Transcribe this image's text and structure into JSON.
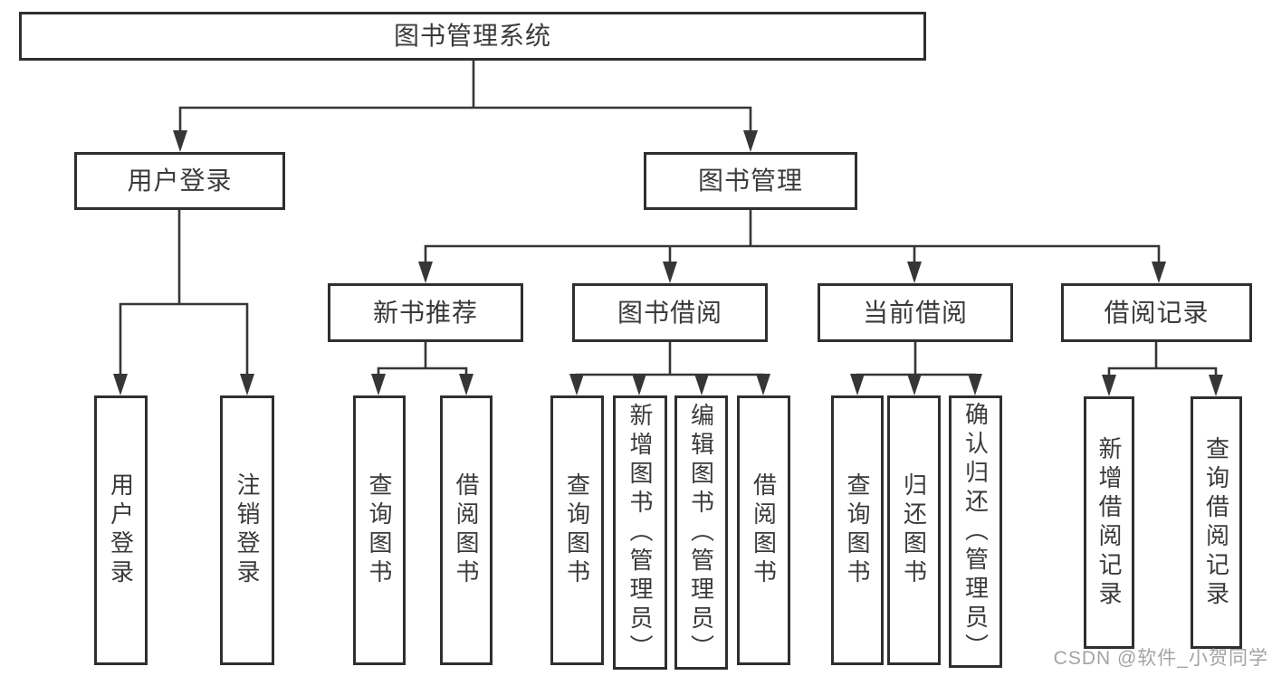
{
  "diagram_title": "图书管理系统",
  "tree": {
    "label": "图书管理系统",
    "children": [
      {
        "label": "用户登录",
        "children": [
          {
            "label": "用户登录"
          },
          {
            "label": "注销登录"
          }
        ]
      },
      {
        "label": "图书管理",
        "children": [
          {
            "label": "新书推荐",
            "children": [
              {
                "label": "查询图书"
              },
              {
                "label": "借阅图书"
              }
            ]
          },
          {
            "label": "图书借阅",
            "children": [
              {
                "label": "查询图书"
              },
              {
                "label": "新增图书（管理员）"
              },
              {
                "label": "编辑图书（管理员）"
              },
              {
                "label": "借阅图书"
              }
            ]
          },
          {
            "label": "当前借阅",
            "children": [
              {
                "label": "查询图书"
              },
              {
                "label": "归还图书"
              },
              {
                "label": "确认归还（管理员）"
              }
            ]
          },
          {
            "label": "借阅记录",
            "children": [
              {
                "label": "新增借阅记录"
              },
              {
                "label": "查询借阅记录"
              }
            ]
          }
        ]
      }
    ]
  },
  "watermark": "CSDN @软件_小贺同学",
  "colors": {
    "background": "#ffffff",
    "line": "#363636",
    "box_border": "#2f2f2f",
    "text": "#3a3a3a",
    "watermark": "#969696"
  }
}
